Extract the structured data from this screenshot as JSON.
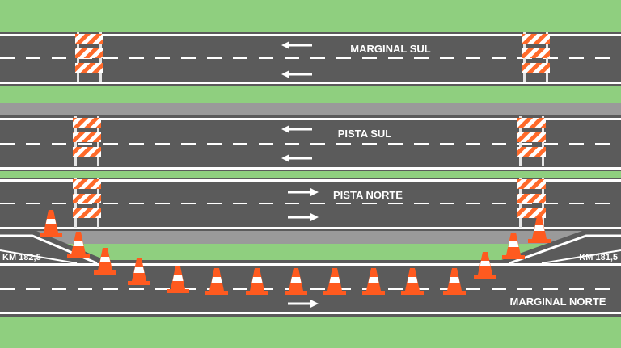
{
  "roads": [
    {
      "label": "MARGINAL SUL",
      "direction": "left"
    },
    {
      "label": "PISTA SUL",
      "direction": "left"
    },
    {
      "label": "PISTA NORTE",
      "direction": "right"
    },
    {
      "label": "MARGINAL NORTE",
      "direction": "right"
    }
  ],
  "km_markers": {
    "left": "KM 182,5",
    "right": "KM 181,5"
  },
  "colors": {
    "grass": "#8fcf7f",
    "asphalt": "#5b5b5b",
    "median": "#9a9a9a",
    "marking": "#ffffff",
    "cone": "#ff5a1f",
    "barrier_stripe": "#ff6a2a"
  },
  "icons": [
    "traffic-cone-icon",
    "road-barrier-icon",
    "arrow-icon"
  ]
}
